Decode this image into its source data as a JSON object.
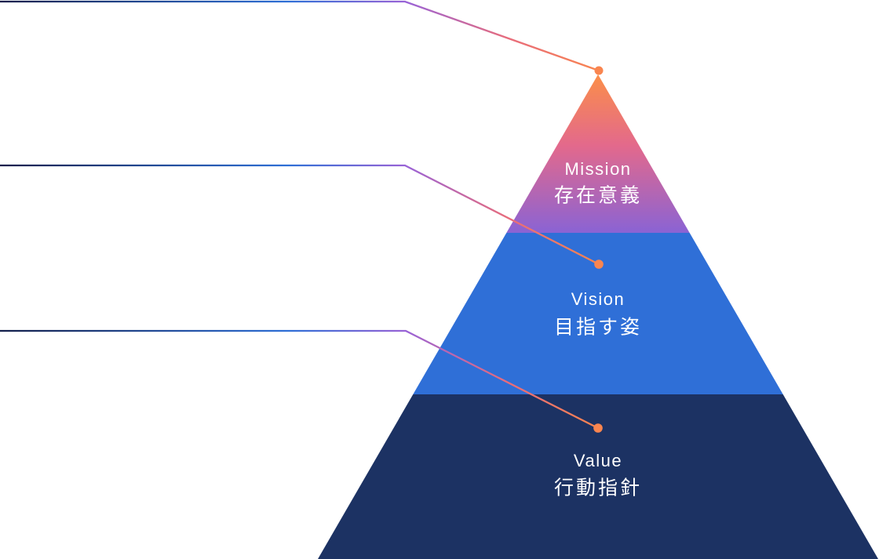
{
  "diagram": {
    "type": "pyramid",
    "layers": [
      {
        "id": "mission",
        "name_en": "Mission",
        "name_ja": "存在意義"
      },
      {
        "id": "vision",
        "name_en": "Vision",
        "name_ja": "目指す姿"
      },
      {
        "id": "value",
        "name_en": "Value",
        "name_ja": "行動指針"
      }
    ]
  },
  "colors": {
    "background": "#ffffff",
    "label_text": "#ffffff",
    "apex_orange": "#FB8E49",
    "mission_pink": "#E3698C",
    "mission_purple": "#8A63D4",
    "vision_blue": "#2F6FD7",
    "value_navy": "#1C3263",
    "line_navy": "#131F4B",
    "line_blue": "#2E6FD6",
    "line_purple": "#9A63D6",
    "line_pink": "#E86C7B",
    "dot_orange": "#F9854F"
  }
}
